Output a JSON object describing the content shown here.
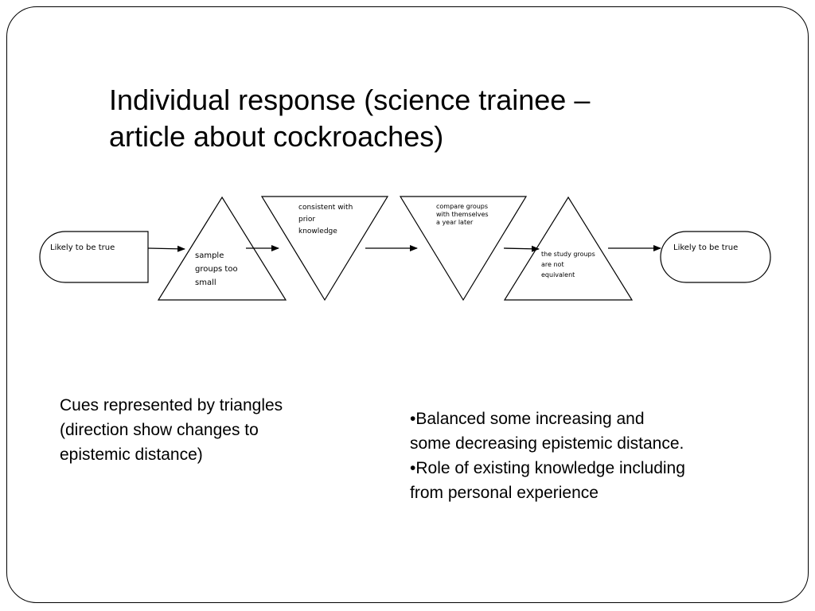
{
  "title": {
    "line1": "Individual response (science trainee –",
    "line2": "article about cockroaches)"
  },
  "diagram": {
    "start_label": "Likely to be true",
    "end_label": "Likely to be true",
    "cues": [
      {
        "direction": "up",
        "lines": [
          "sample",
          "groups too",
          "small"
        ]
      },
      {
        "direction": "down",
        "lines": [
          "consistent with",
          "prior",
          "knowledge"
        ]
      },
      {
        "direction": "down",
        "lines": [
          "compare groups",
          "with themselves",
          "a year later"
        ]
      },
      {
        "direction": "up",
        "lines": [
          "the study groups",
          "are not",
          "equivalent"
        ]
      }
    ]
  },
  "notes": {
    "left": {
      "line1": "Cues represented by triangles",
      "line2": "(direction show changes to",
      "line3": "epistemic distance)"
    },
    "right": {
      "line1": "•Balanced some increasing and",
      "line2": "some decreasing epistemic distance.",
      "line3": "•Role of existing knowledge including",
      "line4": "from personal experience"
    }
  }
}
